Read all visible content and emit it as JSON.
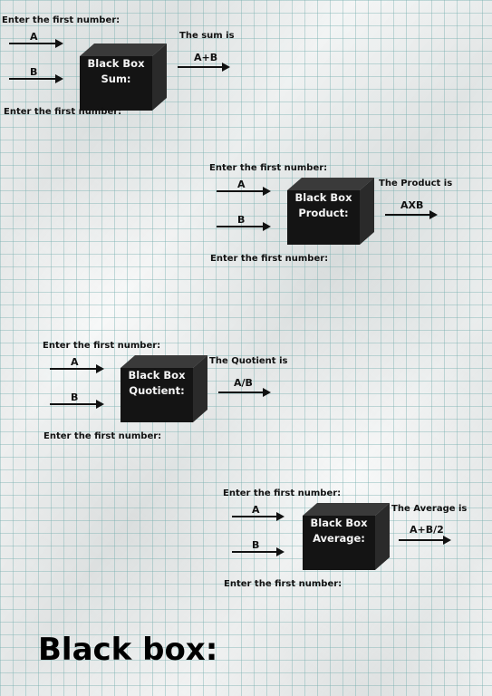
{
  "modules": [
    {
      "id": "sum",
      "input_prompt": "Enter the first number:",
      "input_a": "A",
      "input_b": "B",
      "box_title": "Black Box",
      "box_op": "Sum:",
      "output_heading": "The sum is",
      "output_formula": "A+B",
      "bottom_prompt": "Enter the first number:"
    },
    {
      "id": "product",
      "input_prompt": "Enter the first number:",
      "input_a": "A",
      "input_b": "B",
      "box_title": "Black Box",
      "box_op": "Product:",
      "output_heading": "The Product is",
      "output_formula": "AXB",
      "bottom_prompt": "Enter the first number:"
    },
    {
      "id": "quotient",
      "input_prompt": "Enter the first number:",
      "input_a": "A",
      "input_b": "B",
      "box_title": "Black Box",
      "box_op": "Quotient:",
      "output_heading": "The Quotient is",
      "output_formula": "A/B",
      "bottom_prompt": "Enter the first number:"
    },
    {
      "id": "average",
      "input_prompt": "Enter the first number:",
      "input_a": "A",
      "input_b": "B",
      "box_title": "Black Box",
      "box_op": "Average:",
      "output_heading": "The Average is",
      "output_formula": "A+B/2",
      "bottom_prompt": "Enter the first number:"
    }
  ],
  "page_title": "Black box:"
}
